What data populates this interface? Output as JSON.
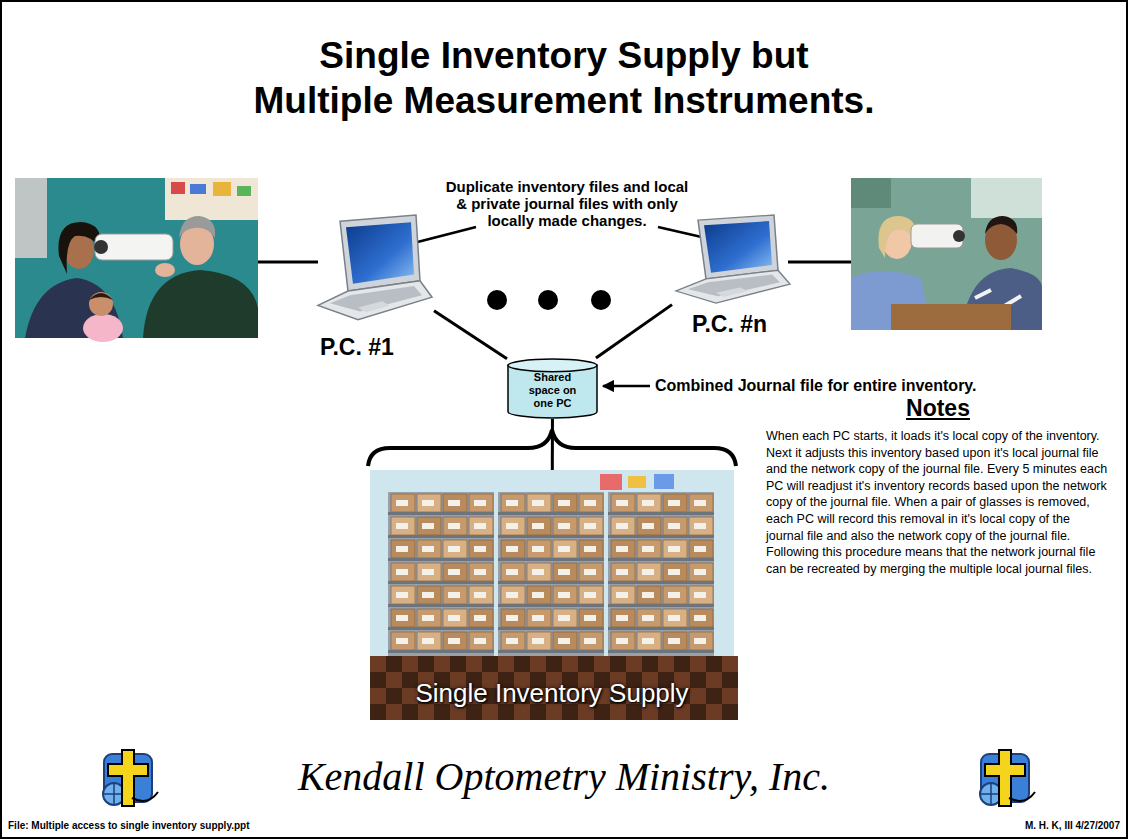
{
  "diagram": {
    "title": "Single Inventory Supply but Multiple Measurement Instruments.",
    "nodes": [
      {
        "text": [
          "P.C. #1"
        ]
      },
      {
        "text": [
          "P.C. #n"
        ]
      },
      {
        "text": [
          "Shared space on one PC"
        ]
      },
      {
        "text": [
          "Single Inventory Supply"
        ]
      }
    ],
    "edges": [
      {
        "from": 0,
        "to": 2,
        "arrow": "none"
      },
      {
        "from": 1,
        "to": 2,
        "arrow": "none"
      },
      {
        "from": 2,
        "to": 3,
        "arrow": "none"
      }
    ],
    "labels": [
      "Duplicate inventory files and local & private journal files with only locally made changes.",
      "Combined Journal file for entire inventory.",
      "Notes",
      "When each PC starts, it loads it's local copy of the inventory. Next it adjusts this inventory based upon it's local journal file and the network copy of the journal file. Every 5 minutes each PC will readjust it's inventory records based upon the network copy of the journal file. When a pair of glasses is removed, each PC will record this removal in it's local copy of the journal file and also the network copy of the journal file. Following this procedure means that the network journal file can be recreated by merging the multiple local journal files.",
      "Kendall Optometry Ministry, Inc.",
      "File: Multiple access to single inventory supply.ppt",
      "M. H. K, III 4/27/2007"
    ]
  }
}
